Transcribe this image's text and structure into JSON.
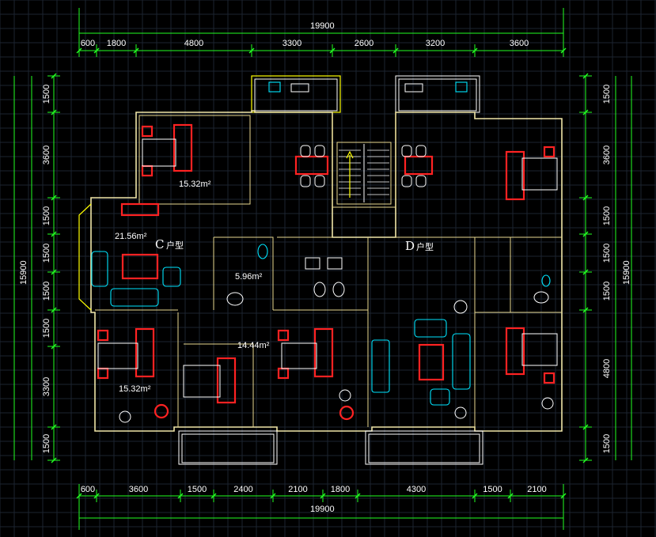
{
  "dimensions": {
    "top_total": "19900",
    "top_segments": [
      "600",
      "1800",
      "4800",
      "3300",
      "2600",
      "3200",
      "3600"
    ],
    "bottom_total": "19900",
    "bottom_segments": [
      "600",
      "3600",
      "1500",
      "2400",
      "2100",
      "1800",
      "4300",
      "1500",
      "2100"
    ],
    "left_total": "15900",
    "left_segments": [
      "1500",
      "3600",
      "1500",
      "1500",
      "1500",
      "1500",
      "3300",
      "1500"
    ],
    "right_total": "15900",
    "right_segments": [
      "1500",
      "3600",
      "1500",
      "1500",
      "1500",
      "4800",
      "1500"
    ]
  },
  "rooms": {
    "c_bedroom_top": "15.32m²",
    "c_living": "21.56m²",
    "c_bath": "5.96m²",
    "c_bedroom_mid": "14.44m²",
    "c_bedroom_bottom": "15.32m²"
  },
  "units": {
    "c_letter": "C",
    "c_type": "户型",
    "d_letter": "D",
    "d_type": "户型"
  },
  "colors": {
    "background": "#000000",
    "grid": "#1c2430",
    "dimension_lines": "#22ff22",
    "walls": "#f0e6a8",
    "furniture": "#00e5ff",
    "beds": "#ff2222"
  }
}
